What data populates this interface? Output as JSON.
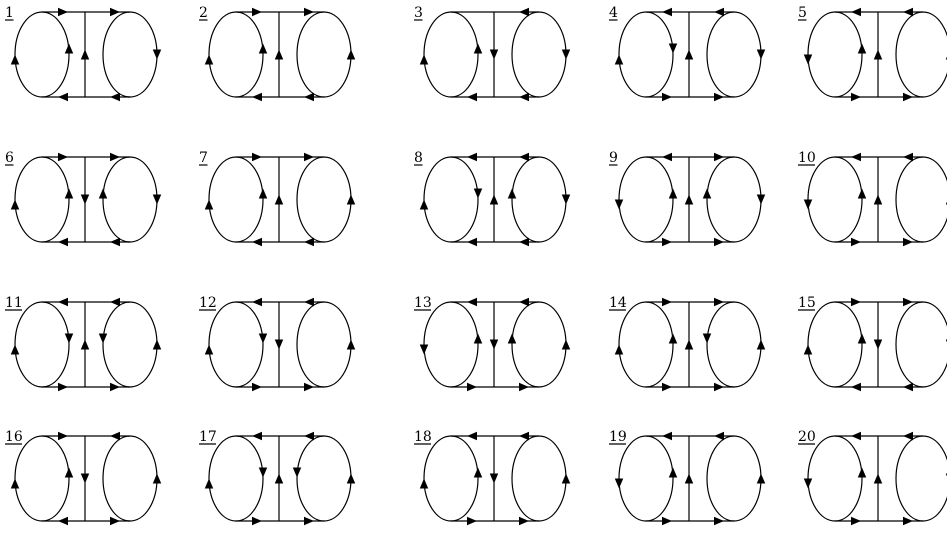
{
  "diagrams": [
    {
      "label": "1",
      "arrows": {
        "top_left": "right",
        "top_right": "right",
        "bottom_left": "left",
        "bottom_right": "left",
        "left_outer": "up",
        "left_inner": "up",
        "middle": "up",
        "right_inner": "none",
        "right_outer": "down"
      }
    },
    {
      "label": "2",
      "arrows": {
        "top_left": "right",
        "top_right": "right",
        "bottom_left": "left",
        "bottom_right": "left",
        "left_outer": "up",
        "left_inner": "up",
        "middle": "up",
        "right_inner": "none",
        "right_outer": "up"
      }
    },
    {
      "label": "3",
      "arrows": {
        "top_left": "none",
        "top_right": "left",
        "bottom_left": "left",
        "bottom_right": "left",
        "left_outer": "up",
        "left_inner": "up",
        "middle": "down",
        "right_inner": "none",
        "right_outer": "down"
      }
    },
    {
      "label": "4",
      "arrows": {
        "top_left": "left",
        "top_right": "left",
        "bottom_left": "right",
        "bottom_right": "right",
        "left_outer": "up",
        "left_inner": "down",
        "middle": "up",
        "right_inner": "none",
        "right_outer": "down"
      }
    },
    {
      "label": "5",
      "arrows": {
        "top_left": "left",
        "top_right": "left",
        "bottom_left": "right",
        "bottom_right": "right",
        "left_outer": "down",
        "left_inner": "up",
        "middle": "up",
        "right_inner": "none",
        "right_outer": "up"
      }
    },
    {
      "label": "6",
      "arrows": {
        "top_left": "right",
        "top_right": "right",
        "bottom_left": "left",
        "bottom_right": "left",
        "left_outer": "up",
        "left_inner": "up",
        "middle": "down",
        "right_inner": "up",
        "right_outer": "down"
      }
    },
    {
      "label": "7",
      "arrows": {
        "top_left": "right",
        "top_right": "right",
        "bottom_left": "left",
        "bottom_right": "left",
        "left_outer": "up",
        "left_inner": "up",
        "middle": "up",
        "right_inner": "none",
        "right_outer": "up"
      }
    },
    {
      "label": "8",
      "arrows": {
        "top_left": "left",
        "top_right": "left",
        "bottom_left": "left",
        "bottom_right": "left",
        "left_outer": "up",
        "left_inner": "down",
        "middle": "up",
        "right_inner": "up",
        "right_outer": "down"
      }
    },
    {
      "label": "9",
      "arrows": {
        "top_left": "left",
        "top_right": "right",
        "bottom_left": "right",
        "bottom_right": "right",
        "left_outer": "down",
        "left_inner": "up",
        "middle": "up",
        "right_inner": "up",
        "right_outer": "down"
      }
    },
    {
      "label": "10",
      "arrows": {
        "top_left": "left",
        "top_right": "left",
        "bottom_left": "right",
        "bottom_right": "right",
        "left_outer": "down",
        "left_inner": "up",
        "middle": "up",
        "right_inner": "none",
        "right_outer": "up"
      }
    },
    {
      "label": "11",
      "arrows": {
        "top_left": "left",
        "top_right": "left",
        "bottom_left": "right",
        "bottom_right": "right",
        "left_outer": "up",
        "left_inner": "down",
        "middle": "up",
        "right_inner": "down",
        "right_outer": "up"
      }
    },
    {
      "label": "12",
      "arrows": {
        "top_left": "left",
        "top_right": "left",
        "bottom_left": "right",
        "bottom_right": "right",
        "left_outer": "up",
        "left_inner": "down",
        "middle": "down",
        "right_inner": "none",
        "right_outer": "up"
      }
    },
    {
      "label": "13",
      "arrows": {
        "top_left": "left",
        "top_right": "left",
        "bottom_left": "right",
        "bottom_right": "right",
        "left_outer": "down",
        "left_inner": "up",
        "middle": "down",
        "right_inner": "up",
        "right_outer": "up"
      }
    },
    {
      "label": "14",
      "arrows": {
        "top_left": "right",
        "top_right": "right",
        "bottom_left": "right",
        "bottom_right": "right",
        "left_outer": "up",
        "left_inner": "up",
        "middle": "up",
        "right_inner": "down",
        "right_outer": "up"
      }
    },
    {
      "label": "15",
      "arrows": {
        "top_left": "right",
        "top_right": "right",
        "bottom_left": "left",
        "bottom_right": "left",
        "left_outer": "up",
        "left_inner": "up",
        "middle": "down",
        "right_inner": "none",
        "right_outer": "down"
      }
    },
    {
      "label": "16",
      "arrows": {
        "top_left": "right",
        "top_right": "left",
        "bottom_left": "left",
        "bottom_right": "right",
        "left_outer": "up",
        "left_inner": "up",
        "middle": "down",
        "right_inner": "none",
        "right_outer": "up"
      }
    },
    {
      "label": "17",
      "arrows": {
        "top_left": "left",
        "top_right": "left",
        "bottom_left": "right",
        "bottom_right": "right",
        "left_outer": "up",
        "left_inner": "down",
        "middle": "up",
        "right_inner": "down",
        "right_outer": "up"
      }
    },
    {
      "label": "18",
      "arrows": {
        "top_left": "left",
        "top_right": "left",
        "bottom_left": "right",
        "bottom_right": "right",
        "left_outer": "up",
        "left_inner": "up",
        "middle": "down",
        "right_inner": "none",
        "right_outer": "up"
      }
    },
    {
      "label": "19",
      "arrows": {
        "top_left": "left",
        "top_right": "left",
        "bottom_left": "right",
        "bottom_right": "right",
        "left_outer": "down",
        "left_inner": "up",
        "middle": "up",
        "right_inner": "none",
        "right_outer": "up"
      }
    },
    {
      "label": "20",
      "arrows": {
        "top_left": "left",
        "top_right": "left",
        "bottom_left": "right",
        "bottom_right": "right",
        "left_outer": "down",
        "left_inner": "up",
        "middle": "up",
        "right_inner": "none",
        "right_outer": "down"
      }
    }
  ]
}
